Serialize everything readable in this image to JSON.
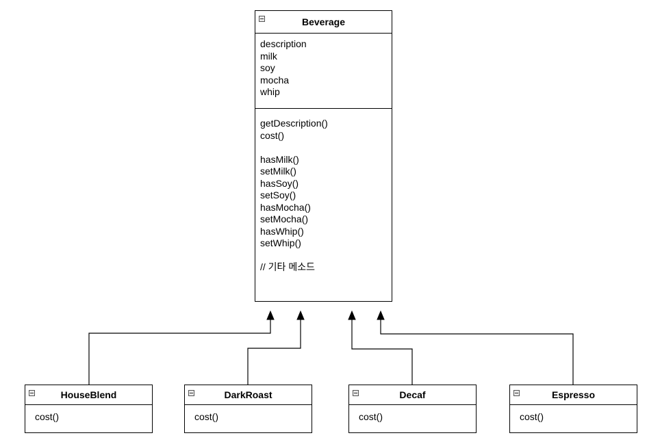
{
  "diagram": {
    "parent": {
      "name": "Beverage",
      "attributes": [
        "description",
        "milk",
        "soy",
        "mocha",
        "whip"
      ],
      "methods": [
        "getDescription()",
        "cost()",
        "",
        "hasMilk()",
        "setMilk()",
        "hasSoy()",
        "setSoy()",
        "hasMocha()",
        "setMocha()",
        "hasWhip()",
        "setWhip()",
        "",
        "// 기타 메소드"
      ]
    },
    "children": [
      {
        "name": "HouseBlend",
        "methods": [
          "cost()"
        ]
      },
      {
        "name": "DarkRoast",
        "methods": [
          "cost()"
        ]
      },
      {
        "name": "Decaf",
        "methods": [
          "cost()"
        ]
      },
      {
        "name": "Espresso",
        "methods": [
          "cost()"
        ]
      }
    ],
    "relationship": "inheritance",
    "icons": {
      "class_header": "collapse-toggle-icon"
    }
  }
}
